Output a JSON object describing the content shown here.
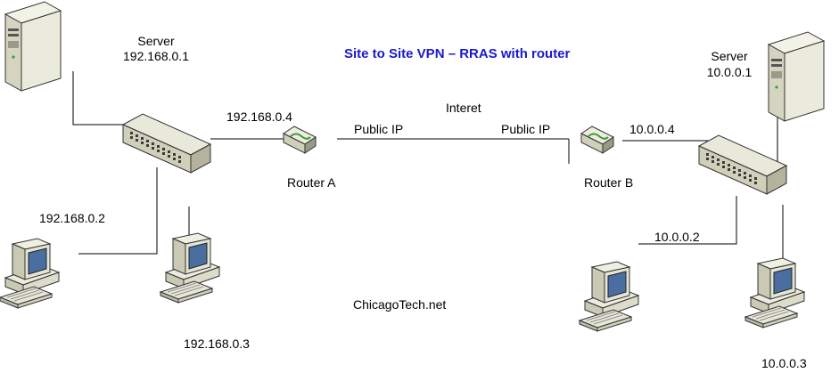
{
  "title": "Site to Site VPN  –  RRAS with router",
  "colors": {
    "title": "#1a1acc",
    "line": "#000000",
    "device_light": "#e6e6d8",
    "device_mid": "#c9c9b4",
    "device_dark": "#8c8c78",
    "screen": "#4a6ea0",
    "router_accent": "#3c9a3c"
  },
  "left_site": {
    "server_label": "Server",
    "server_ip": "192.168.0.1",
    "router_ip": "192.168.0.4",
    "router_name": "Router A",
    "client1_ip": "192.168.0.2",
    "client2_ip": "192.168.0.3",
    "public_label": "Public IP"
  },
  "internet_label": "Interet",
  "right_site": {
    "server_label": "Server",
    "server_ip": "10.0.0.1",
    "router_ip": "10.0.0.4",
    "router_name": "Router B",
    "client1_ip": "10.0.0.2",
    "client2_ip": "10.0.0.3",
    "public_label": "Public IP"
  },
  "watermark": "ChicagoTech.net",
  "icons": {
    "server": "server-tower-icon",
    "switch": "network-switch-icon",
    "router": "router-icon",
    "workstation": "desktop-computer-icon"
  }
}
